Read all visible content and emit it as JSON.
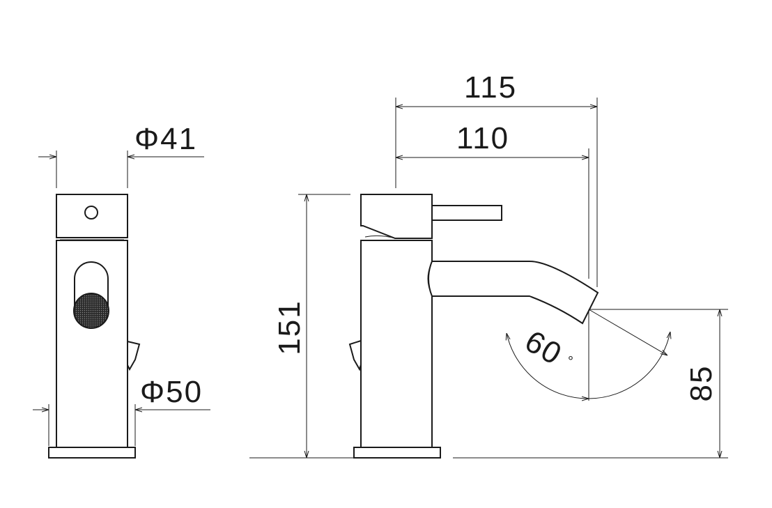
{
  "dimensions": {
    "top_diameter": "Φ41",
    "base_diameter": "Φ50",
    "spout_reach_outer": "115",
    "spout_reach_inner": "110",
    "total_height": "151",
    "spout_height": "85",
    "spray_angle": "60",
    "degree_mark": "°"
  },
  "colors": {
    "line": "#1a1a1a",
    "background": "#ffffff",
    "aerator": "#333333"
  }
}
